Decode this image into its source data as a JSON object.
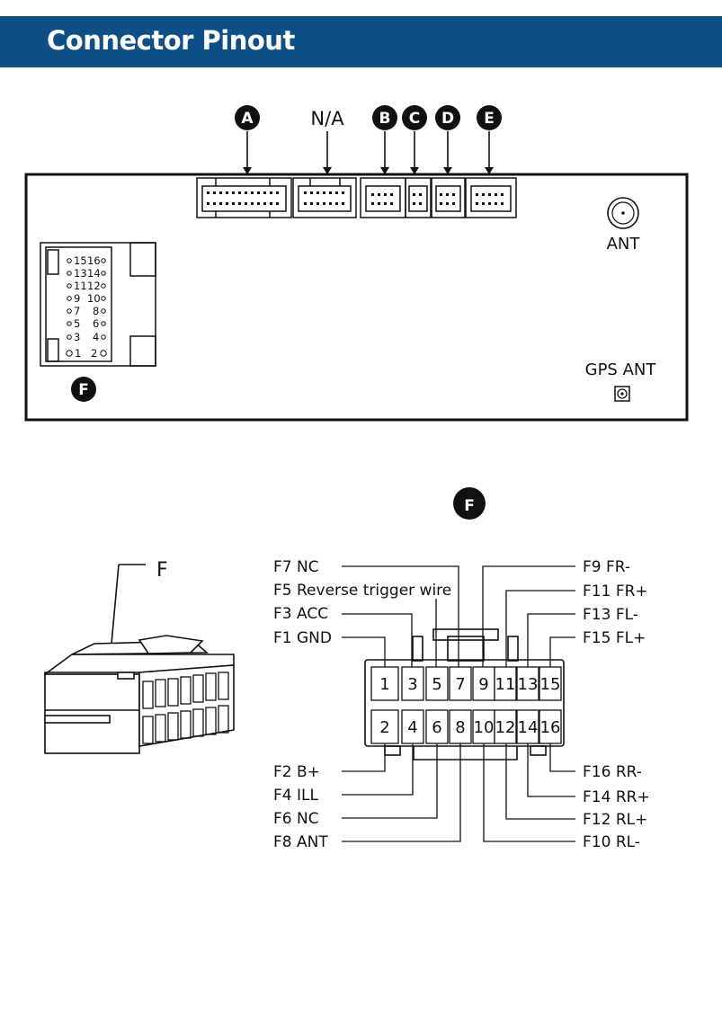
{
  "header": {
    "title": "Connector Pinout"
  },
  "top_diagram": {
    "badges": [
      "A",
      "B",
      "C",
      "D",
      "E",
      "F"
    ],
    "na_label": "N/A",
    "ant_label": "ANT",
    "gps_label": "GPS ANT",
    "small_pins": [
      "15",
      "16",
      "13",
      "14",
      "11",
      "12",
      "9",
      "10",
      "7",
      "8",
      "5",
      "6",
      "3",
      "4",
      "1",
      "2"
    ]
  },
  "detail": {
    "badge": "F",
    "plug_label": "F",
    "pins_top": [
      "1",
      "3",
      "5",
      "7",
      "9",
      "11",
      "13",
      "15"
    ],
    "pins_bottom": [
      "2",
      "4",
      "6",
      "8",
      "10",
      "12",
      "14",
      "16"
    ],
    "left_top_labels": [
      "F7  NC",
      "F5  Reverse trigger wire",
      "F3  ACC",
      "F1  GND"
    ],
    "right_top_labels": [
      "F9  FR-",
      "F11  FR+",
      "F13  FL-",
      "F15  FL+"
    ],
    "left_bottom_labels": [
      "F2  B+",
      "F4  ILL",
      "F6  NC",
      "F8  ANT"
    ],
    "right_bottom_labels": [
      "F16  RR-",
      "F14  RR+",
      "F12  RL+",
      "F10  RL-"
    ]
  }
}
